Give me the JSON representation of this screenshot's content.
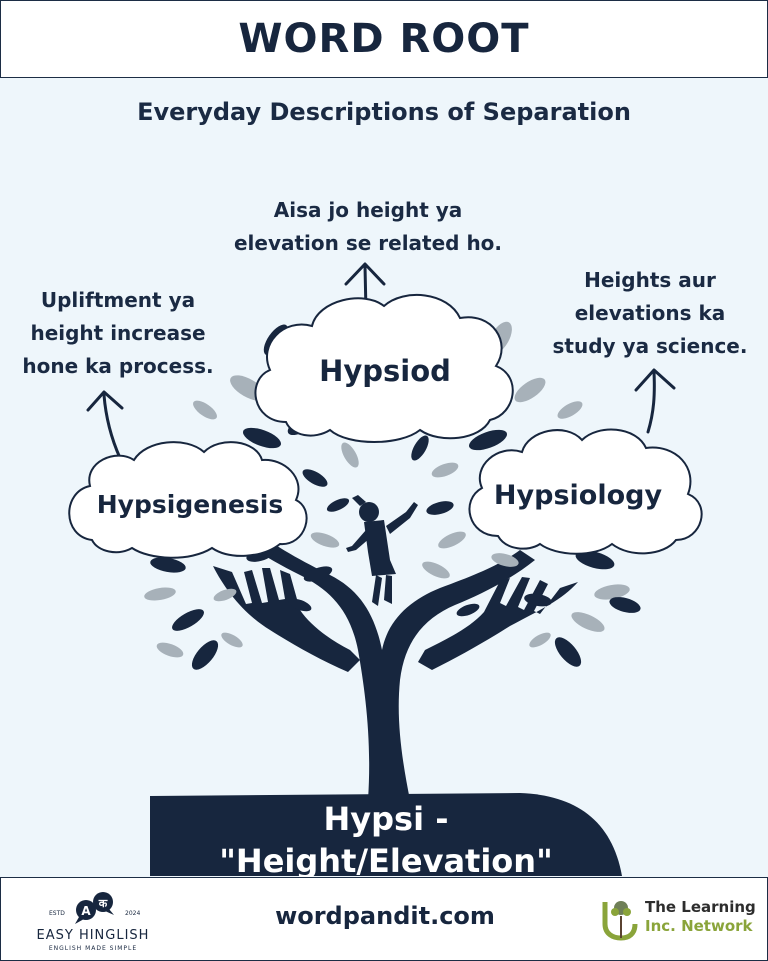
{
  "header": {
    "title": "WORD ROOT"
  },
  "subtitle": "Everyday Descriptions of Separation",
  "notes": {
    "left": [
      "Upliftment ya",
      "height increase",
      "hone ka process."
    ],
    "top": [
      "Aisa jo height ya",
      "elevation se related ho."
    ],
    "right": [
      "Heights aur",
      "elevations ka",
      "study ya science."
    ]
  },
  "clouds": {
    "left": "Hypsigenesis",
    "center": "Hypsiod",
    "right": "Hypsiology"
  },
  "root": {
    "line1": "Hypsi -",
    "line2": "\"Height/Elevation\""
  },
  "footer": {
    "site": "wordpandit.com",
    "easy_hinglish": {
      "letter_a": "A",
      "letter_ka": "क",
      "estd": "ESTD",
      "year": "2024",
      "name": "EASY HINGLISH",
      "tagline": "ENGLISH MADE SIMPLE"
    },
    "learning": {
      "line1": "The Learning",
      "line2": "Inc. Network"
    }
  },
  "colors": {
    "navy": "#17263e",
    "background": "#eef6fb",
    "leaf_gray": "#a7b1b9",
    "accent_green": "#8aa43a"
  }
}
